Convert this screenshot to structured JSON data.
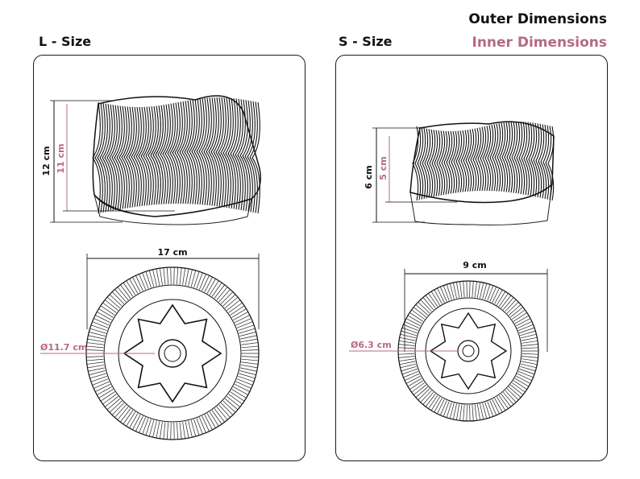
{
  "legend": {
    "outer": "Outer Dimensions",
    "inner": "Inner Dimensions",
    "outer_color": "#111111",
    "inner_color": "#b46b7f"
  },
  "large": {
    "title": "L - Size",
    "outer_height": "12 cm",
    "inner_height": "11 cm",
    "outer_diameter": "17 cm",
    "inner_diameter": "Ø11.7 cm"
  },
  "small": {
    "title": "S - Size",
    "outer_height": "6 cm",
    "inner_height": "5 cm",
    "outer_diameter": "9 cm",
    "inner_diameter": "Ø6.3 cm"
  }
}
